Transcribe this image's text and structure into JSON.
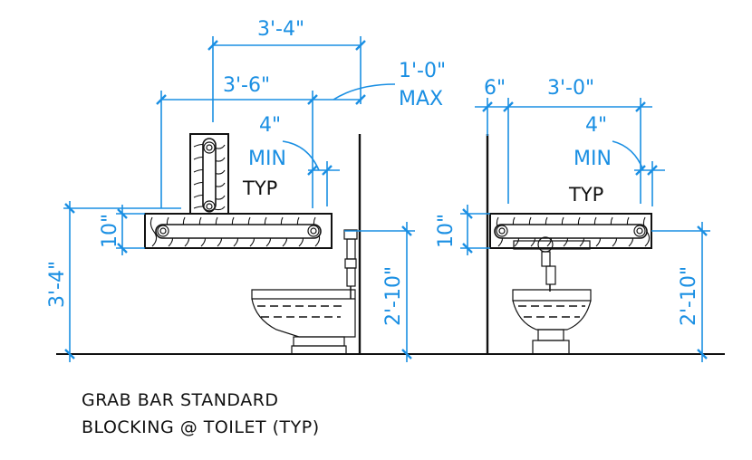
{
  "title": {
    "line1": "GRAB BAR STANDARD",
    "line2": "BLOCKING @ TOILET (TYP)"
  },
  "side_elevation": {
    "dim_top": "3'-4\"",
    "dim_second": "3'-6\"",
    "dim_max_value": "1'-0\"",
    "dim_max_label": "MAX",
    "min_value": "4\"",
    "min_label": "MIN",
    "typ_label": "TYP",
    "blocking_height": "10\"",
    "overall_height": "3'-4\"",
    "seat_height": "2'-10\""
  },
  "rear_elevation": {
    "dim_offset": "6\"",
    "dim_width": "3'-0\"",
    "min_value": "4\"",
    "min_label": "MIN",
    "typ_label": "TYP",
    "blocking_height": "10\"",
    "seat_height": "2'-10\""
  },
  "colors": {
    "dimension": "#1a8fe3",
    "linework": "#111111"
  }
}
